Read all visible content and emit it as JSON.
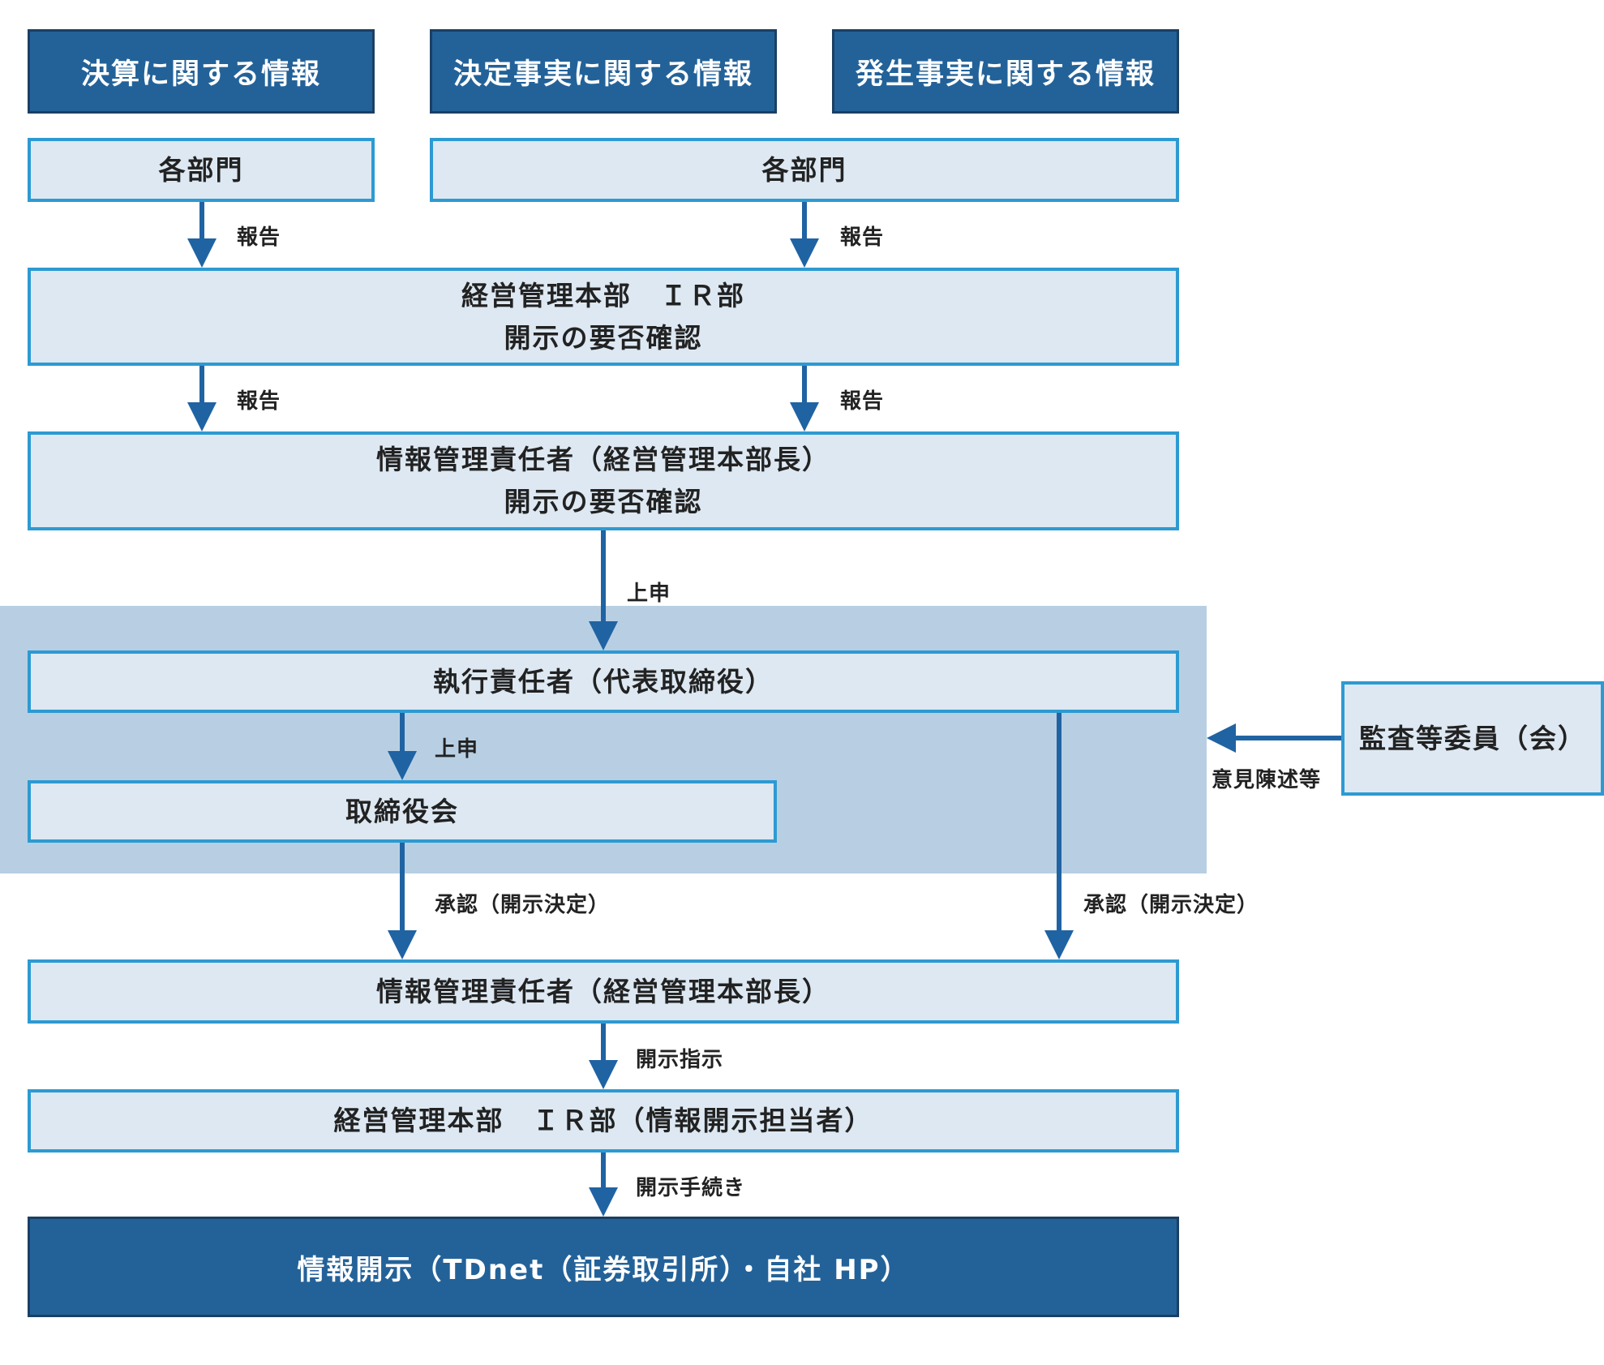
{
  "categories": [
    "決算に関する情報",
    "決定事実に関する情報",
    "発生事実に関する情報"
  ],
  "dept_left": "各部門",
  "dept_right": "各部門",
  "ir_review": {
    "line1": "経営管理本部　ＩＲ部",
    "line2": "開示の要否確認"
  },
  "manager_review": {
    "line1": "情報管理責任者（経営管理本部長）",
    "line2": "開示の要否確認"
  },
  "executive": "執行責任者（代表取締役）",
  "board": "取締役会",
  "audit_committee": "監査等委員（会）",
  "manager_final": "情報管理責任者（経営管理本部長）",
  "ir_staff": "経営管理本部　ＩＲ部（情報開示担当者）",
  "disclosure": "情報開示（TDnet（証券取引所）・自社 HP）",
  "labels": {
    "report_1": "報告",
    "report_2": "報告",
    "report_3": "報告",
    "report_4": "報告",
    "submit_1": "上申",
    "submit_2": "上申",
    "approval_1": "承認（開示決定）",
    "approval_2": "承認（開示決定）",
    "opinion": "意見陳述等",
    "instruction": "開示指示",
    "procedure": "開示手続き"
  },
  "colors": {
    "dark_box": "#236299",
    "light_box": "#dde8f2",
    "box_border": "#2d9ad2",
    "band": "#b8cfe3",
    "arrow": "#2063a3"
  }
}
